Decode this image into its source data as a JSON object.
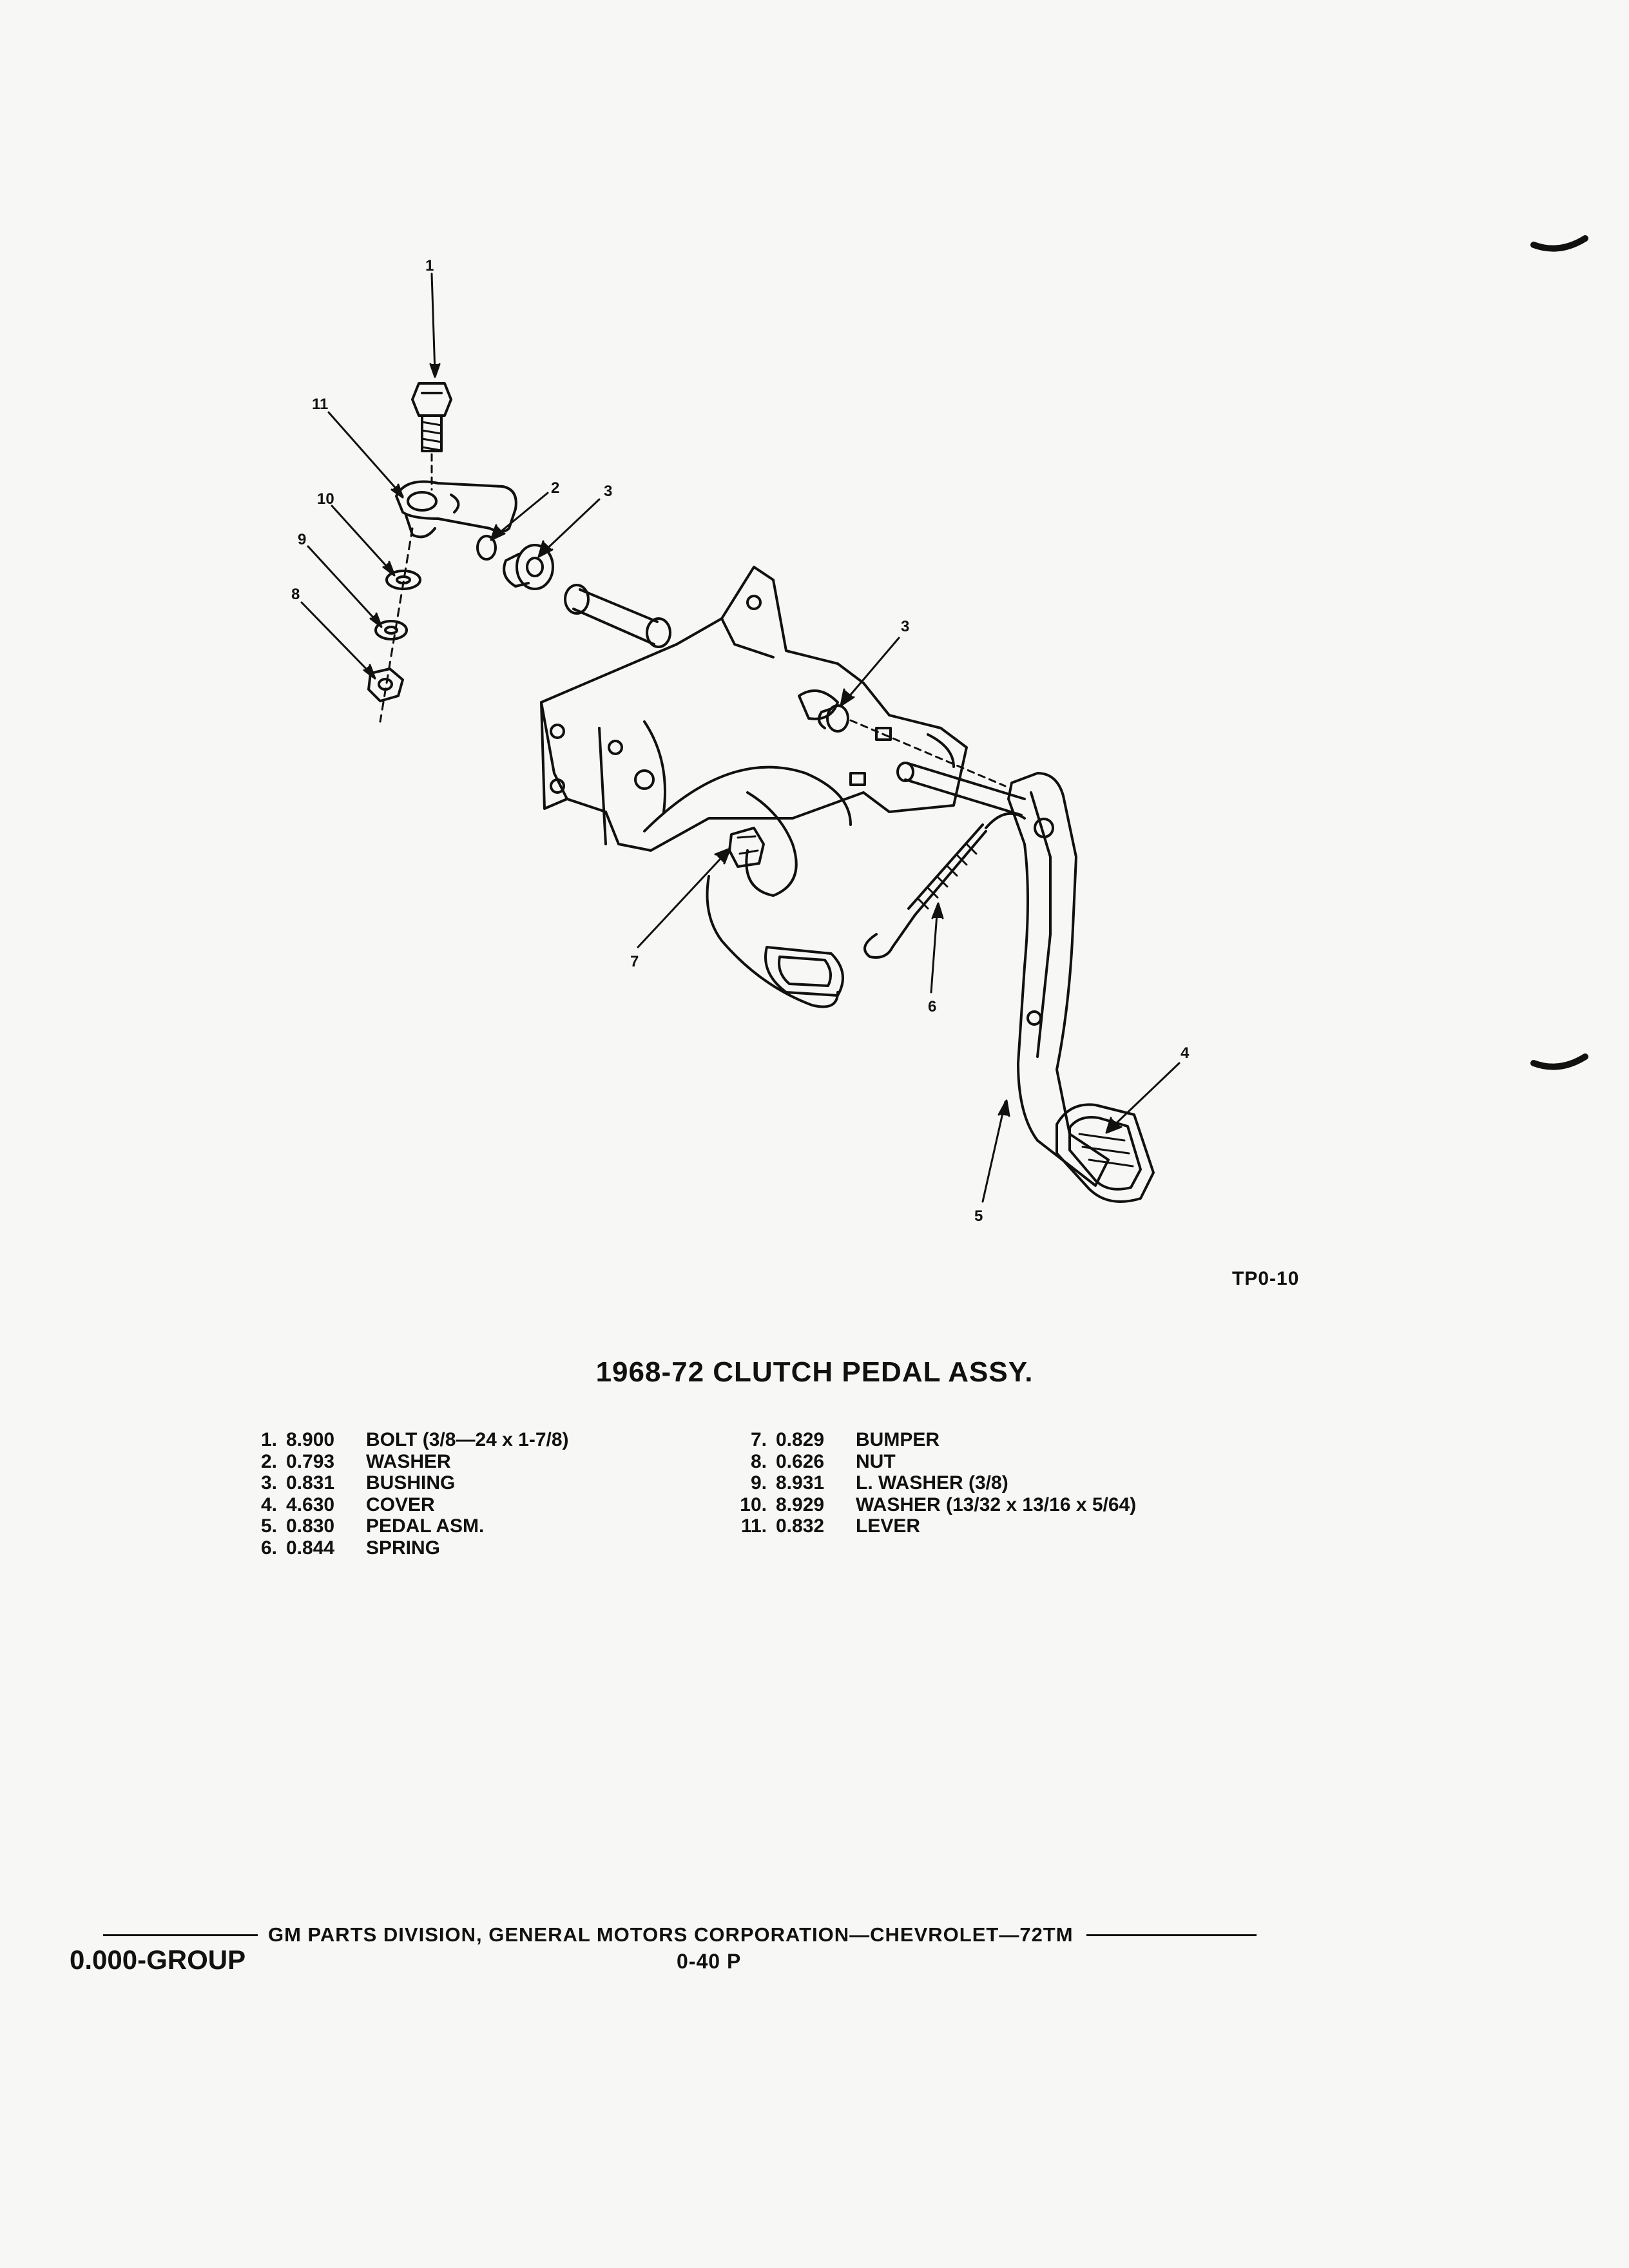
{
  "figure": {
    "code": "TP0-10",
    "callouts": [
      "1",
      "2",
      "3",
      "3",
      "4",
      "5",
      "6",
      "7",
      "8",
      "9",
      "10",
      "11"
    ]
  },
  "title": "1968-72 CLUTCH PEDAL ASSY.",
  "parts_left": [
    {
      "num": "1.",
      "code": "8.900",
      "name": "BOLT (3/8—24 x 1-7/8)"
    },
    {
      "num": "2.",
      "code": "0.793",
      "name": "WASHER"
    },
    {
      "num": "3.",
      "code": "0.831",
      "name": "BUSHING"
    },
    {
      "num": "4.",
      "code": "4.630",
      "name": "COVER"
    },
    {
      "num": "5.",
      "code": "0.830",
      "name": "PEDAL ASM."
    },
    {
      "num": "6.",
      "code": "0.844",
      "name": "SPRING"
    }
  ],
  "parts_right": [
    {
      "num": "7.",
      "code": "0.829",
      "name": "BUMPER"
    },
    {
      "num": "8.",
      "code": "0.626",
      "name": "NUT"
    },
    {
      "num": "9.",
      "code": "8.931",
      "name": "L. WASHER (3/8)"
    },
    {
      "num": "10.",
      "code": "8.929",
      "name": "WASHER (13/32 x 13/16 x 5/64)"
    },
    {
      "num": "11.",
      "code": "0.832",
      "name": "LEVER"
    }
  ],
  "footer": {
    "line": "GM PARTS DIVISION, GENERAL MOTORS CORPORATION—CHEVROLET—72TM",
    "group": "0.000-GROUP",
    "page": "0-40 P"
  }
}
